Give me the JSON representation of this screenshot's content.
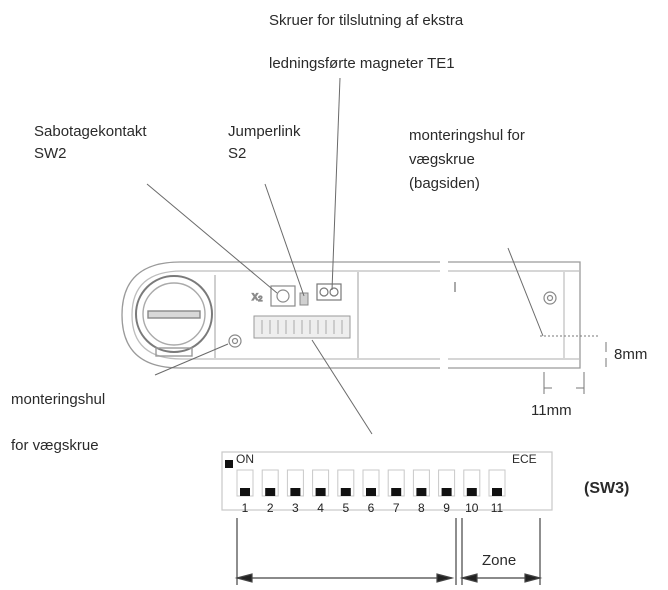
{
  "labels": {
    "screws_line1": "Skruer for tilslutning af ekstra",
    "screws_line2": "ledningsførte magneter TE1",
    "tamper_line1": "Sabotagekontakt",
    "tamper_line2": "SW2",
    "jumper_line1": "Jumperlink",
    "jumper_line2": "S2",
    "mounting_back_line1": "monteringshul for",
    "mounting_back_line2": "vægskrue",
    "mounting_back_line3": "(bagsiden)",
    "mounting_front_line1": "monteringshul",
    "mounting_front_line2": "for  vægskrue",
    "dim_height": "8mm",
    "dim_width": "11mm"
  },
  "dip_switch": {
    "on_label": "ON",
    "ece_label": "ECE",
    "name": "(SW3)",
    "switches": [
      "1",
      "2",
      "3",
      "4",
      "5",
      "6",
      "7",
      "8",
      "9",
      "10",
      "11"
    ],
    "zone_label": "Zone"
  }
}
